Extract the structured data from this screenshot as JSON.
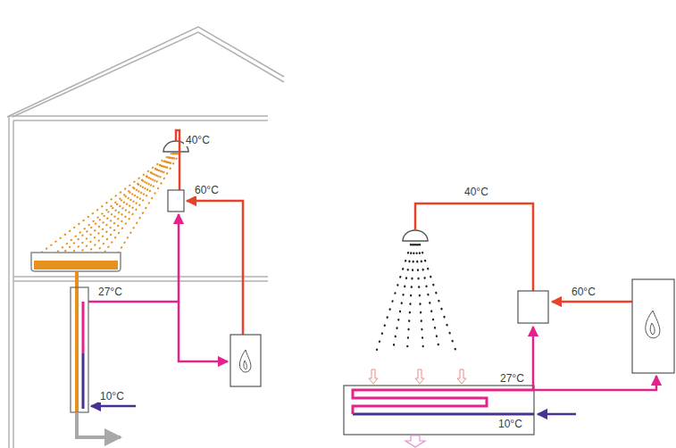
{
  "diagram": {
    "labels": [
      "40°C",
      "60°C",
      "27°C",
      "10°C",
      "40°C",
      "60°C",
      "27°C",
      "10°C"
    ]
  }
}
